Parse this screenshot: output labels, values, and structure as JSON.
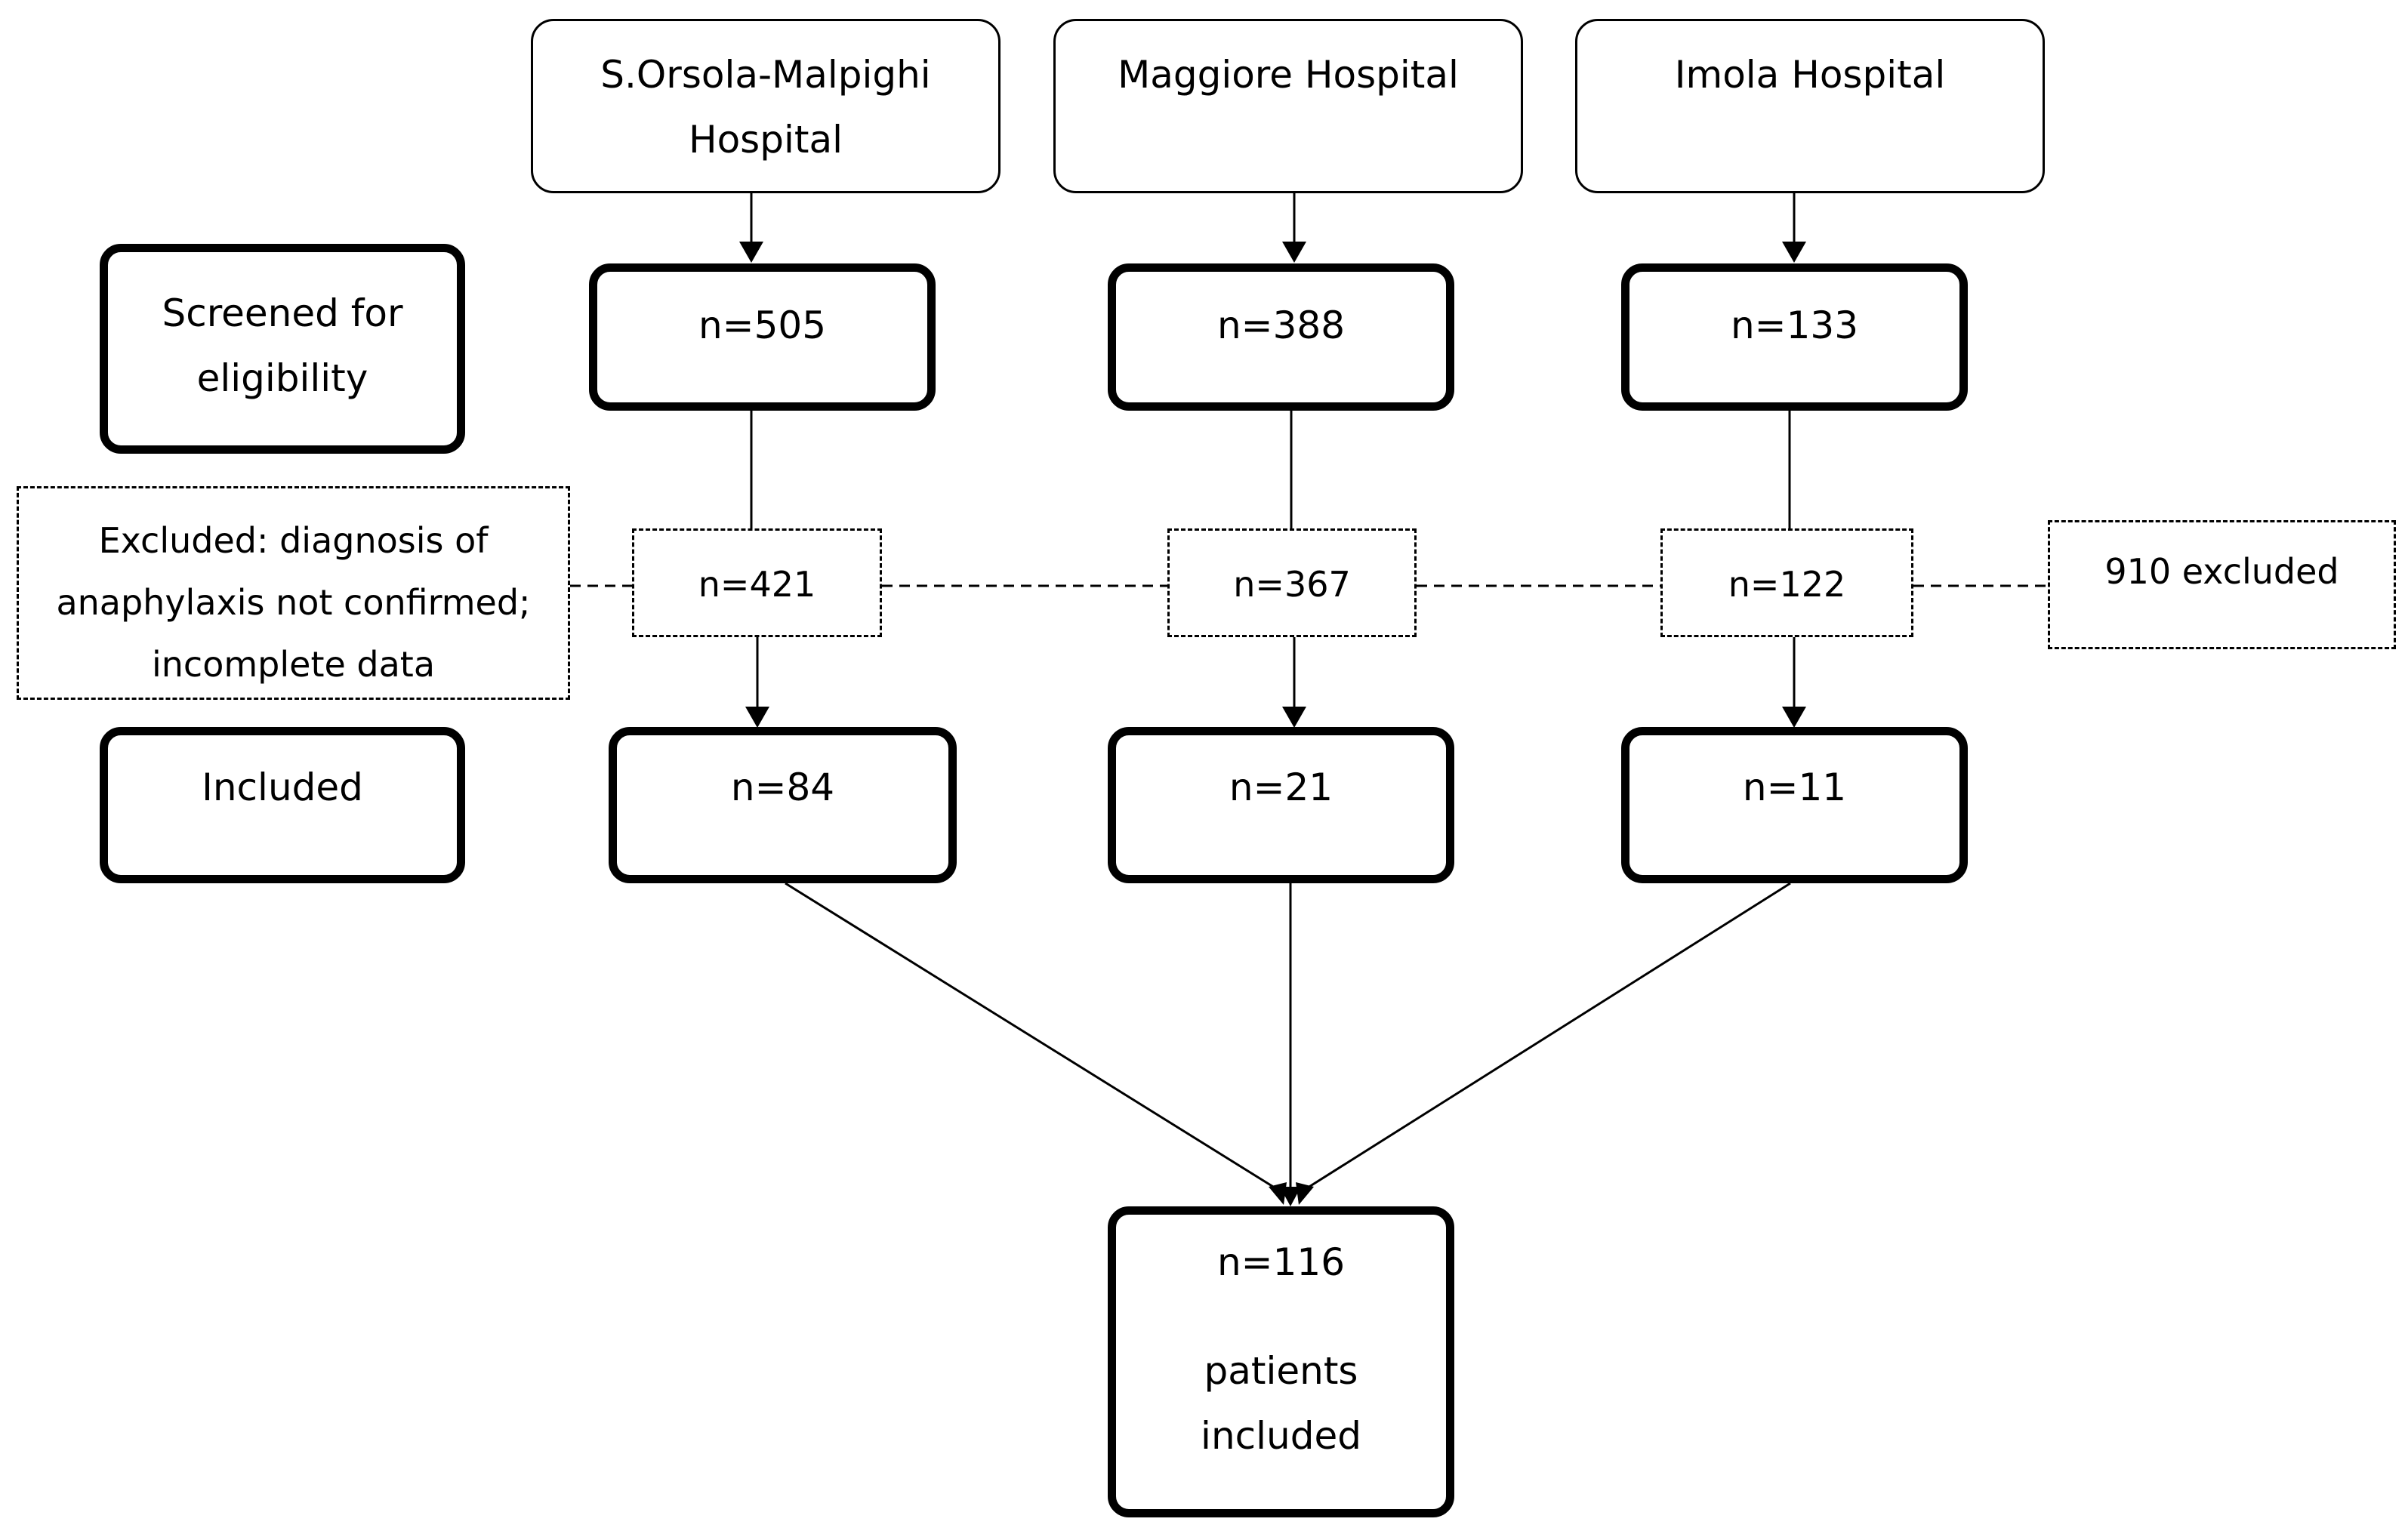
{
  "hospitals": [
    {
      "name_line1": "S.Orsola-Malpighi",
      "name_line2": "Hospital"
    },
    {
      "name_line1": "Maggiore Hospital",
      "name_line2": ""
    },
    {
      "name_line1": "Imola Hospital",
      "name_line2": ""
    }
  ],
  "row_labels": {
    "screened_line1": "Screened for",
    "screened_line2": "eligibility",
    "excluded_line1": "Excluded: diagnosis of",
    "excluded_line2": "anaphylaxis not confirmed;",
    "excluded_line3": "incomplete data",
    "included": "Included"
  },
  "screened": [
    "n=505",
    "n=388",
    "n=133"
  ],
  "excluded": [
    "n=421",
    "n=367",
    "n=122"
  ],
  "excluded_total": "910 excluded",
  "included": [
    "n=84",
    "n=21",
    "n=11"
  ],
  "total": {
    "count": "n=116",
    "label_line1": "patients",
    "label_line2": "included"
  }
}
